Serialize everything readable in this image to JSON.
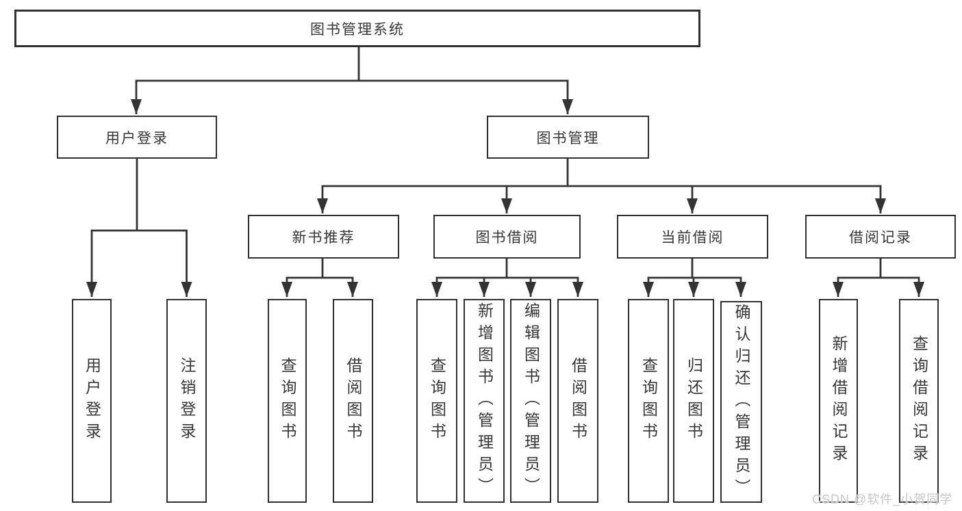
{
  "nodes": {
    "root": "图书管理系统",
    "branches": [
      {
        "label": "用户登录",
        "children": [
          "用户登录",
          "注销登录"
        ]
      },
      {
        "label": "图书管理",
        "children": [
          {
            "label": "新书推荐",
            "children": [
              "查询图书",
              "借阅图书"
            ]
          },
          {
            "label": "图书借阅",
            "children": [
              "查询图书",
              "新增图书（管理员）",
              "编辑图书（管理员）",
              "借阅图书"
            ]
          },
          {
            "label": "当前借阅",
            "children": [
              "查询图书",
              "归还图书",
              "确认归还（管理员）"
            ]
          },
          {
            "label": "借阅记录",
            "children": [
              "新增借阅记录",
              "查询借阅记录"
            ]
          }
        ]
      }
    ]
  },
  "watermark": {
    "text": "CSDN @软件_小贺同学"
  },
  "colors": {
    "line": "#333333",
    "box_border": "#2f2f2f",
    "text": "#363636",
    "watermark": "#c6c6c6",
    "background": "#ffffff"
  }
}
